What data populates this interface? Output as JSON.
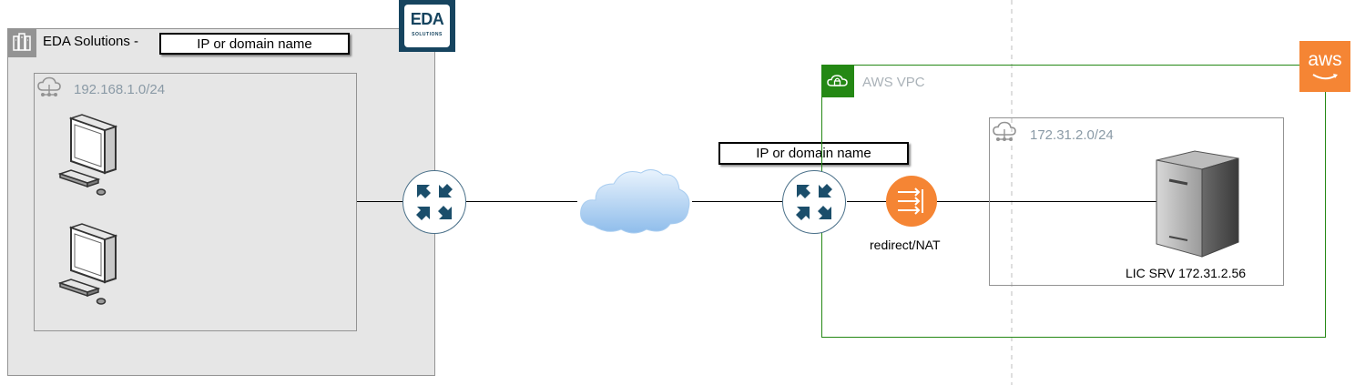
{
  "onprem": {
    "title": "EDA Solutions -",
    "ip_callout": "IP or domain name",
    "subnet_label": "192.168.1.0/24",
    "logo_line1": "EDA",
    "logo_line2": "SOLUTIONS"
  },
  "internet": {
    "ip_callout": "IP or domain name"
  },
  "aws": {
    "logo_text": "aws",
    "vpc_label": "AWS VPC",
    "subnet_label": "172.31.2.0/24",
    "nat_label": "redirect/NAT",
    "server_label": "LIC SRV 172.31.2.56"
  },
  "colors": {
    "onprem_fill": "#e6e6e6",
    "onprem_border": "#939393",
    "vpc_border": "#248814",
    "aws_orange": "#f58534",
    "router_arrow": "#1b4e6b",
    "eda_logo_bg": "#16445f"
  }
}
